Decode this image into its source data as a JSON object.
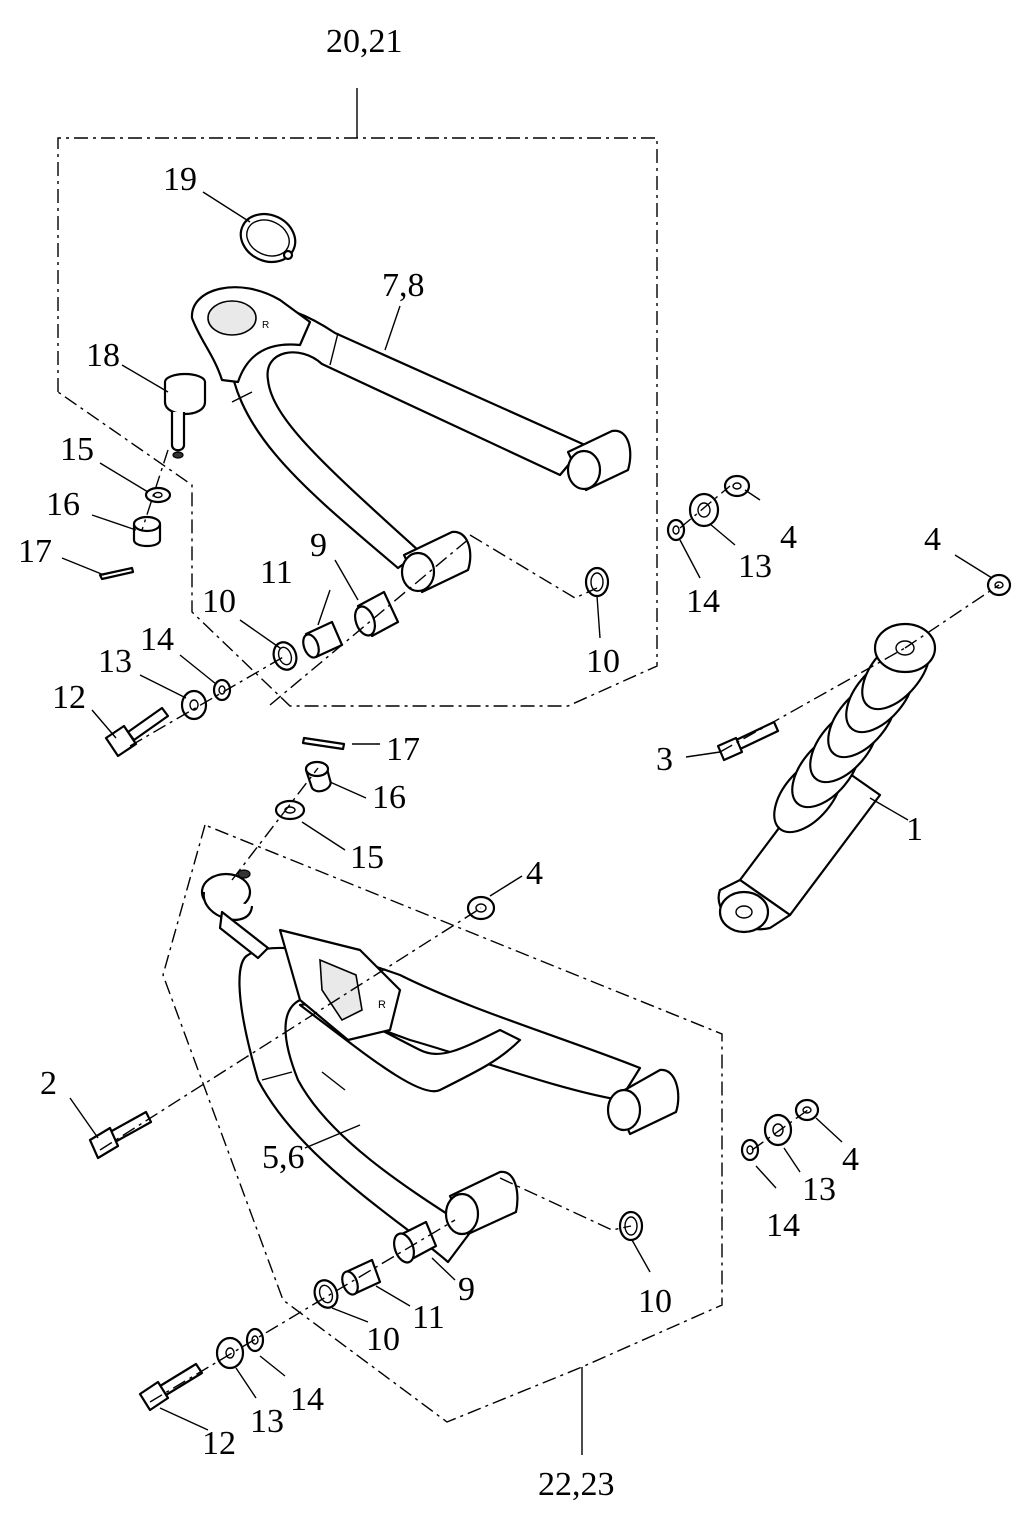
{
  "callouts": {
    "c_20_21": "20,21",
    "c_19": "19",
    "c_7_8": "7,8",
    "c_18": "18",
    "c_15_top": "15",
    "c_16_top": "16",
    "c_17_top": "17",
    "c_11_top": "11",
    "c_9_top": "9",
    "c_10_top_left": "10",
    "c_14_top_left": "14",
    "c_13_top_left": "13",
    "c_12_top": "12",
    "c_10_top_right": "10",
    "c_4_a": "4",
    "c_13_a": "13",
    "c_14_a": "14",
    "c_4_b": "4",
    "c_3": "3",
    "c_1": "1",
    "c_17_bottom": "17",
    "c_16_bottom": "16",
    "c_15_bottom": "15",
    "c_4_c": "4",
    "c_2": "2",
    "c_5_6": "5,6",
    "c_4_d": "4",
    "c_13_d": "13",
    "c_14_d": "14",
    "c_9_bottom": "9",
    "c_11_bottom": "11",
    "c_10_bottom_left": "10",
    "c_10_bottom_right": "10",
    "c_13_bottom": "13",
    "c_14_bottom": "14",
    "c_12_bottom": "12",
    "c_22_23": "22,23"
  }
}
